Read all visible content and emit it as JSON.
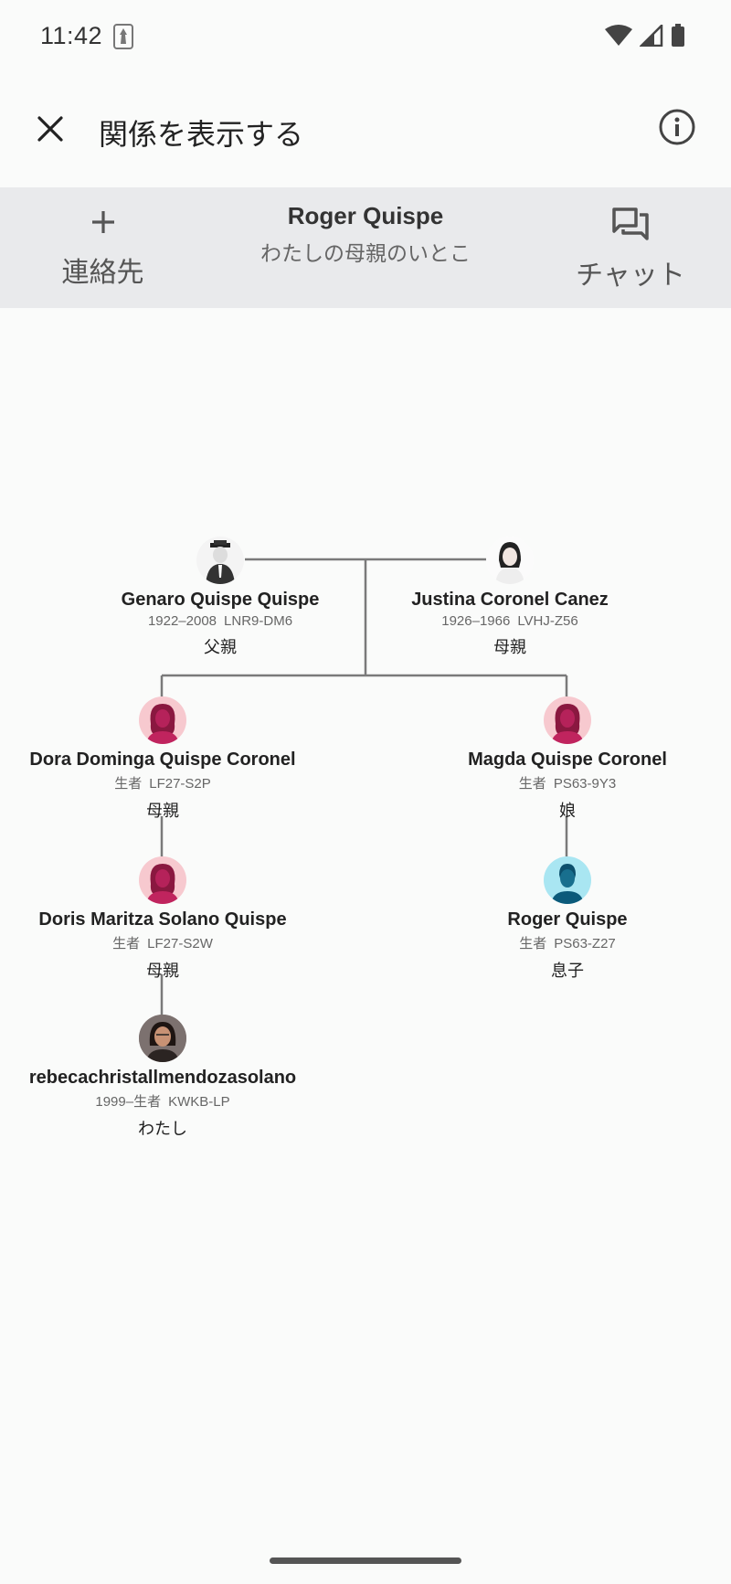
{
  "status": {
    "time": "11:42"
  },
  "appbar": {
    "title": "関係を表示する"
  },
  "actions": {
    "add_contact_label": "連絡先",
    "chat_label": "チャット",
    "person_name": "Roger Quispe",
    "relationship": "わたしの母親のいとこ"
  },
  "tree": {
    "genaro": {
      "name": "Genaro Quispe Quispe",
      "dates": "1922–2008",
      "id": "LNR9-DM6",
      "relation": "父親"
    },
    "justina": {
      "name": "Justina Coronel Canez",
      "dates": "1926–1966",
      "id": "LVHJ-Z56",
      "relation": "母親"
    },
    "dora": {
      "name": "Dora Dominga Quispe Coronel",
      "dates": "生者",
      "id": "LF27-S2P",
      "relation": "母親"
    },
    "magda": {
      "name": "Magda Quispe Coronel",
      "dates": "生者",
      "id": "PS63-9Y3",
      "relation": "娘"
    },
    "doris": {
      "name": "Doris Maritza Solano Quispe",
      "dates": "生者",
      "id": "LF27-S2W",
      "relation": "母親"
    },
    "roger": {
      "name": "Roger Quispe",
      "dates": "生者",
      "id": "PS63-Z27",
      "relation": "息子"
    },
    "rebeca": {
      "name": "rebecachristallmendozasolano",
      "dates": "1999–生者",
      "id": "KWKB-LP",
      "relation": "わたし"
    }
  }
}
